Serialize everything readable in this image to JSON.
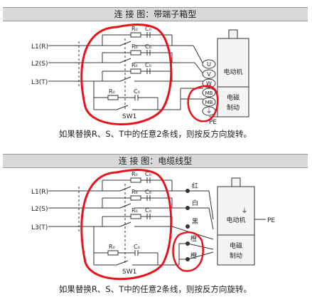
{
  "panel1": {
    "title": "连 接 图：带端子箱型",
    "caption": "如果替换R、S、T中的任意2条线，则按反方向旋转。",
    "inputs": [
      "L1(R)",
      "L2(S)",
      "L3(T)"
    ],
    "terminals": [
      "U",
      "V",
      "W",
      "MB",
      "MB"
    ],
    "motor_label": "电动机",
    "brake_label_1": "电磁",
    "brake_label_2": "制动",
    "pe_label": "PE",
    "sw_label": "SW1",
    "r_label": "R₀",
    "c_label": "C₀"
  },
  "panel2": {
    "title": "连 接 图：电缆线型",
    "caption": "如果替换R、S、T中的任意2条线，则按反方向旋转。",
    "inputs": [
      "L1(R)",
      "L2(S)",
      "L3(T)"
    ],
    "wires": [
      "红",
      "白",
      "黑",
      "橙",
      "橙"
    ],
    "motor_label": "电动机",
    "brake_label_1": "电磁",
    "brake_label_2": "制动",
    "pe_label": "PE",
    "sw_label": "SW1",
    "r_label": "R₀",
    "c_label": "C₀"
  },
  "colors": {
    "highlight": "#e8141c",
    "line": "#333333",
    "title_bg": "#d9d9d9"
  }
}
